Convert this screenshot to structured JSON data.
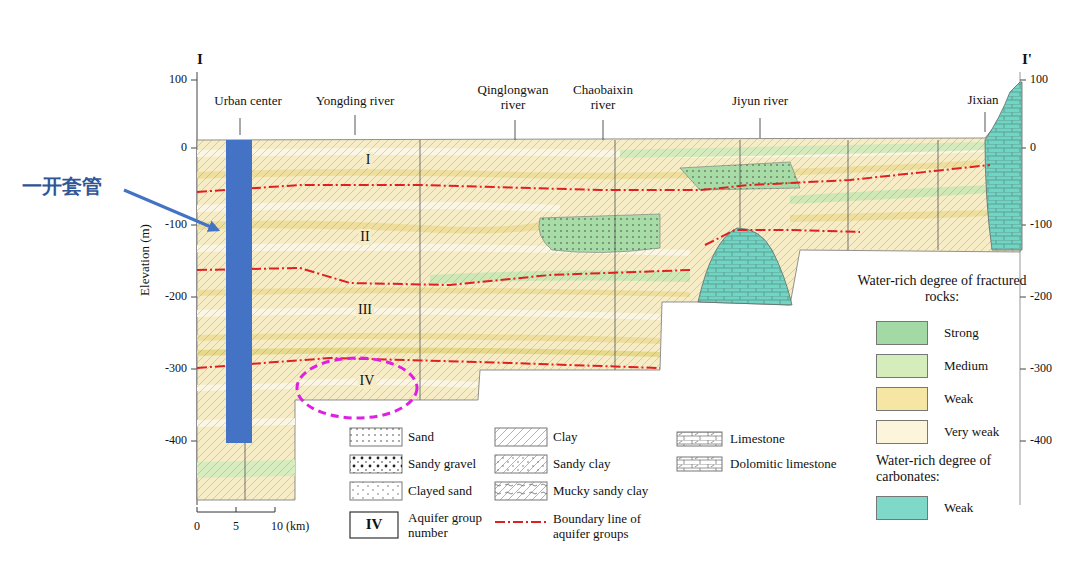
{
  "diagram": {
    "labels": [
      "I",
      "I'",
      "Urban center",
      "Yongding river",
      "Qinglongwan river",
      "Chaobaixin river",
      "Jiyun river",
      "Jixian",
      "100",
      "0",
      "-100",
      "-200",
      "-300",
      "-400",
      "100",
      "0",
      "-100",
      "-200",
      "-300",
      "-400",
      "Elevation (m)",
      "I",
      "II",
      "III",
      "IV",
      "0",
      "5",
      "10 (km)",
      "一开套管",
      "IV",
      "Water-rich degree of fractured rocks:",
      "Water-rich degree of carbonates:"
    ],
    "legend": [
      {
        "text": "Sand"
      },
      {
        "text": "Sandy gravel"
      },
      {
        "text": "Clayed sand"
      },
      {
        "text": "Aquifer group number"
      },
      {
        "text": "Clay"
      },
      {
        "text": "Sandy clay"
      },
      {
        "text": "Mucky sandy clay"
      },
      {
        "text": "Boundary line of aquifer groups"
      },
      {
        "text": "Limestone"
      },
      {
        "text": "Dolomitic limestone"
      },
      {
        "text": "Strong",
        "color": "#a3d9a5"
      },
      {
        "text": "Medium",
        "color": "#d5ecbb"
      },
      {
        "text": "Weak",
        "color": "#f5e7a3"
      },
      {
        "text": "Very weak",
        "color": "#fcf5dc"
      },
      {
        "text": "Weak",
        "color": "#7fd9c9"
      }
    ]
  }
}
